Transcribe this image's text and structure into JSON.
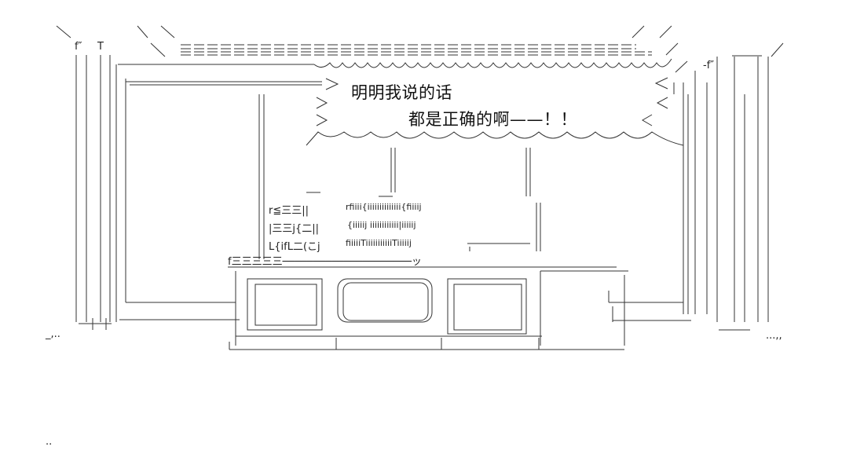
{
  "speech": {
    "line1": "明明我说的话",
    "line2": "都是正确的啊——！！"
  },
  "ascii": {
    "shelf_row1": "r≦三三||",
    "shelf_row2": "|三三j{二||",
    "shelf_row3": "L{ifL二(こj",
    "bottle_row1": "rfiiii{iiiiiiiiiiiiii{fiiiij",
    "bottle_row2": "{iiiiij iiiiiiiiiiii|iiiiij",
    "bottle_row3": "fiiiiiTiiiiiiiiiiiTiiiiij",
    "counter_top": "f三三三三三─────────────────────ッ",
    "mark_f1": "f″",
    "mark_t": "T",
    "mark_f2": "-f″",
    "corner_left": "_,..",
    "corner_right": "...,,",
    "corner_bottom": ".."
  },
  "colors": {
    "line": "#333333",
    "background": "#ffffff"
  }
}
